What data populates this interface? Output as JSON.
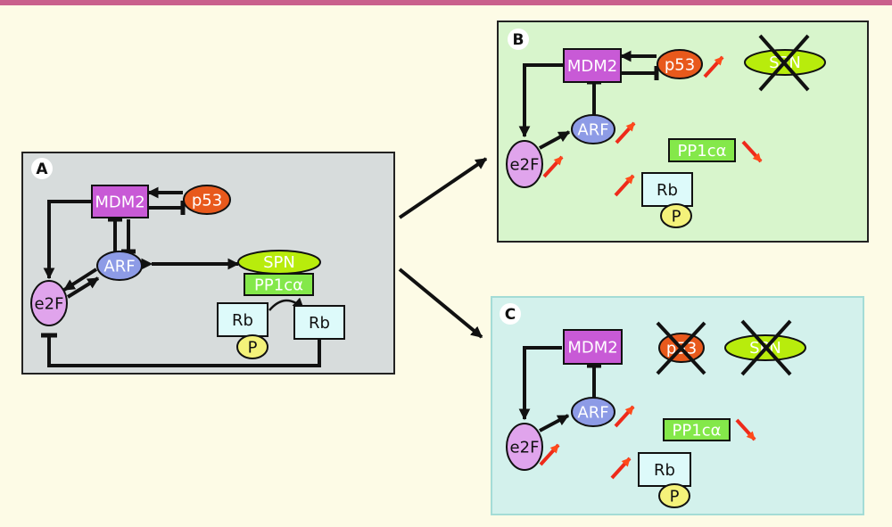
{
  "colors": {
    "background": "#fdfbe6",
    "top_bar": "#c9608c",
    "panel_a": "#d7dcdc",
    "panel_b": "#d8f5cc",
    "panel_c": "#d3f1ec",
    "mdm2": "#c85ad6",
    "p53": "#e8591c",
    "arf": "#8d9be6",
    "e2f": "#e0a4ec",
    "spn": "#b8ec0c",
    "pp1": "#84e84a",
    "rb": "#ddfafa",
    "phos": "#f4f27a",
    "up_arrow": "#ee2a1a"
  },
  "panels": {
    "a": {
      "letter": "A",
      "mdm2": "MDM2",
      "p53": "p53",
      "arf": "ARF",
      "e2f": "e2F",
      "spn": "SPN",
      "pp1": "PP1cα",
      "rb_left": "Rb",
      "rb_right": "Rb",
      "phos": "P"
    },
    "b": {
      "letter": "B",
      "mdm2": "MDM2",
      "p53": "p53",
      "arf": "ARF",
      "e2f": "e2F",
      "spn": "SPN",
      "pp1": "PP1cα",
      "rb": "Rb",
      "phos": "P"
    },
    "c": {
      "letter": "C",
      "mdm2": "MDM2",
      "p53": "p53",
      "arf": "ARF",
      "e2f": "e2F",
      "spn": "SPN",
      "pp1": "PP1cα",
      "rb": "Rb",
      "phos": "P"
    }
  }
}
